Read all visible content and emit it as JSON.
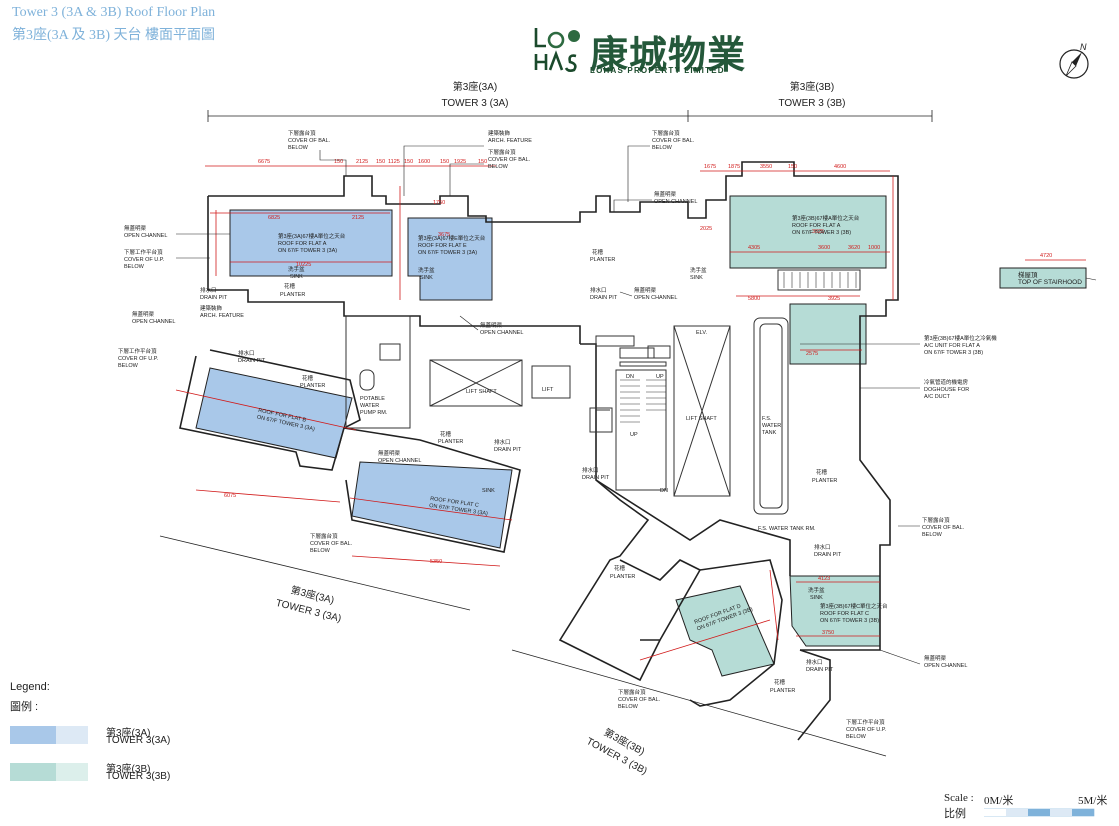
{
  "header": {
    "title_en": "Tower 3 (3A & 3B)   Roof    Floor Plan",
    "title_zh": "第3座(3A 及 3B)   天台   樓面平面圖"
  },
  "logo": {
    "zh": "康城物業",
    "en": "LOHAS PROPERTY LIMITED",
    "mark_letters": "LOHAS"
  },
  "compass": {
    "letter": "N"
  },
  "tower_labels": {
    "t3a_zh": "第3座(3A)",
    "t3a_en": "TOWER 3 (3A)",
    "t3b_zh": "第3座(3B)",
    "t3b_en": "TOWER 3 (3B)",
    "t3a_rot_zh": "第3座(3A)",
    "t3a_rot_en": "TOWER 3 (3A)",
    "t3b_rot_zh": "第3座(3B)",
    "t3b_rot_en": "TOWER 3 (3B)"
  },
  "annotations": {
    "cover_bal_zh": "下層露台頂",
    "cover_bal_en1": "COVER OF BAL.",
    "cover_bal_en2": "BELOW",
    "arch_feature_zh": "建築裝飾",
    "arch_feature_en": "ARCH. FEATURE",
    "cover_bal2_zh": "下層露台頂",
    "cover_bal2_en1": "COVER OF BAL.",
    "cover_bal2_en2": "BELOW",
    "cover_bal3_zh": "下層露台頂",
    "cover_bal3_en1": "COVER OF BAL.",
    "cover_bal3_en2": "BELOW",
    "open_channel_zh": "無蓋明渠",
    "open_channel_en": "OPEN CHANNEL",
    "open_channel2_zh": "無蓋明渠",
    "open_channel2_en": "OPEN CHANNEL",
    "cover_up_zh": "下層工作平台頂",
    "cover_up_en1": "COVER OF U.P.",
    "cover_up_en2": "BELOW",
    "flat_a_3a_zh": "第3座(3A)67樓A單位之天台",
    "flat_a_3a_en1": "ROOF FOR FLAT A",
    "flat_a_3a_en2": "ON 67/F TOWER 3 (3A)",
    "flat_e_3a_zh": "第3座(3A)67樓E單位之天台",
    "flat_e_3a_en1": "ROOF FOR FLAT E",
    "flat_e_3a_en2": "ON 67/F TOWER 3 (3A)",
    "flat_a_3b_zh": "第3座(3B)67樓A單位之天台",
    "flat_a_3b_en1": "ROOF FOR FLAT A",
    "flat_a_3b_en2": "ON 67/F TOWER 3 (3B)",
    "sink_zh": "洗手盆",
    "sink_en": "SINK",
    "planter_zh": "花槽",
    "planter_en": "PLANTER",
    "drain_pit_zh": "排水口",
    "drain_pit_en": "DRAIN PIT",
    "top_stairhood_zh": "梯屋頂",
    "top_stairhood_en": "TOP OF STAIRHOOD",
    "elv_en": "ELV.",
    "lift_shaft_en": "LIFT SHAFT",
    "lift_en": "LIFT",
    "water_tank_en1": "F.S.",
    "water_tank_en2": "WATER",
    "water_tank_en3": "TANK",
    "pump_en1": "POTABLE",
    "pump_en2": "WATER",
    "pump_en3": "PUMP RM.",
    "ac_unit_zh": "第3座(3B)67樓A單位之冷氣機",
    "ac_unit_en1": "A/C UNIT FOR FLAT A",
    "ac_unit_en2": "ON 67/F TOWER 3 (3B)",
    "doghouse_zh": "冷氣管道的機電房",
    "doghouse_en1": "DOGHOUSE FOR",
    "doghouse_en2": "A/C DUCT",
    "flat_b_3a_en1": "ROOF FOR FLAT B",
    "flat_b_3a_en2": "ON 67/F TOWER 3 (3A)",
    "flat_c_3a_en1": "ROOF FOR FLAT C",
    "flat_c_3a_en2": "ON 67/F TOWER 3 (3A)",
    "flat_c_3b_zh": "第3座(3B)67樓C單位之天台",
    "flat_c_3b_en1": "ROOF FOR FLAT C",
    "flat_c_3b_en2": "ON 67/F TOWER 3 (3B)",
    "flat_d_3b_en1": "ROOF FOR FLAT D",
    "flat_d_3b_en2": "ON 67/F TOWER 3 (3B)",
    "up_en": "UP",
    "dn_en": "DN",
    "fs_water_tank_en": "F.S. WATER TANK RM."
  },
  "dims": {
    "d1": "6675",
    "d2": "150",
    "d3": "2125",
    "d4": "150",
    "d5": "1125",
    "d6": "150",
    "d7": "1600",
    "d8": "150",
    "d9": "1925",
    "d10": "150",
    "d11": "6825",
    "d12": "2125",
    "d13": "1750",
    "d14": "10225",
    "d15": "3675",
    "d16": "1675",
    "d17": "1875",
    "d18": "3550",
    "d19": "150",
    "d20": "4600",
    "d21": "4305",
    "d22": "2025",
    "d23": "3825",
    "d24": "3600",
    "d25": "3620",
    "d26": "1000",
    "d27": "4720",
    "d28": "5800",
    "d29": "3925",
    "d30": "2575",
    "d31": "4123",
    "d32": "3750",
    "d33": "6075",
    "d34": "5350"
  },
  "legend": {
    "title_en": "Legend:",
    "title_zh": "圖例 :",
    "item_3a_zh": "第3座(3A)",
    "item_3a_en": "TOWER 3(3A)",
    "item_3b_zh": "第3座(3B)",
    "item_3b_en": "TOWER 3(3B)"
  },
  "scale": {
    "label_en": "Scale :",
    "label_zh": "比例",
    "start": "0M/米",
    "end": "5M/米"
  },
  "colors": {
    "tower_3a": "#a9c8e9",
    "tower_3b": "#b6dcd6",
    "dimension_red": "#d11a1a",
    "title_blue": "#7fb2da",
    "logo_green": "#24583a"
  }
}
